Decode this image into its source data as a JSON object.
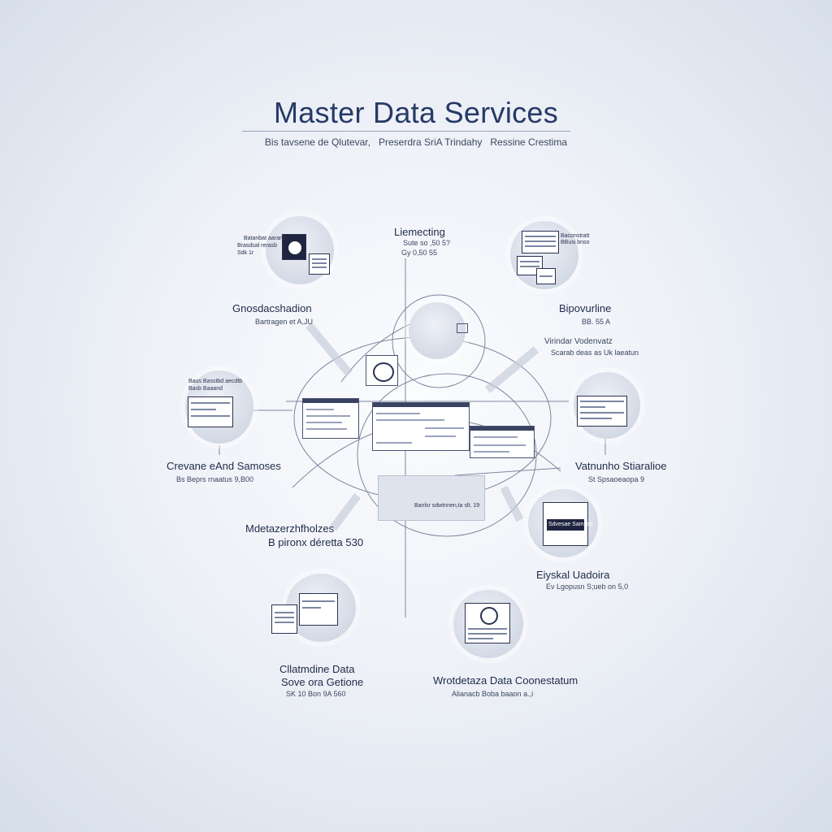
{
  "header": {
    "title": "Master Data Services",
    "subtitle": "Bis tavsene de Qlutevar,   Preserdra SriA Trindahy   Ressine Crestima"
  },
  "center": {
    "label": "Liemecting",
    "sub1": "Sute so ,50 5?",
    "sub2": "Gy 0,50 55",
    "panel_caption": "Banlsr sdwtnnen,ta slt.   19"
  },
  "nodes": {
    "top_left": {
      "label": "Gnosdacshadion",
      "sub": "Bartragen et A,JU",
      "tiny1": "Batanbat aarana",
      "tiny2": "Brasdsal rerasb",
      "tiny3": "Sdk 1r"
    },
    "top_right": {
      "label": "Bipovurline",
      "sub": "BB. 55 A",
      "tiny1": "Baconstratt",
      "tiny2": "BBusi bnso"
    },
    "right_upper": {
      "label": "Virindar Vodenvatz",
      "sub": "Scarab deas as Uk laeatun"
    },
    "left_mid": {
      "label": "Crevane eAnd Samoses",
      "sub": "Bs Beprs rnaatus 9,B00",
      "tiny1": "Baus Basstbd aecdtb",
      "tiny2": "Basb Baaand"
    },
    "right_mid": {
      "label": "Vatnunho Stiaralioe",
      "sub": "St Spsaoeaopa 9"
    },
    "left_lower": {
      "label": "Mdetazerzhfholzes",
      "sub": "B pironx déretta  530"
    },
    "right_lower": {
      "label": "Eiyskal Uadoira",
      "sub": "Ev Lgopusn S;ueb on 5,0",
      "badge": "Sdvesae Samses"
    },
    "bottom_left": {
      "label1": "Cllatmdine Data",
      "label2": "Sove ora Getione",
      "sub": "SK 10 Bon 9A 560"
    },
    "bottom_right": {
      "label": "Wrotdetaza Data Coonestatum",
      "sub": "Alianacb Boba baaon a.,i"
    }
  }
}
